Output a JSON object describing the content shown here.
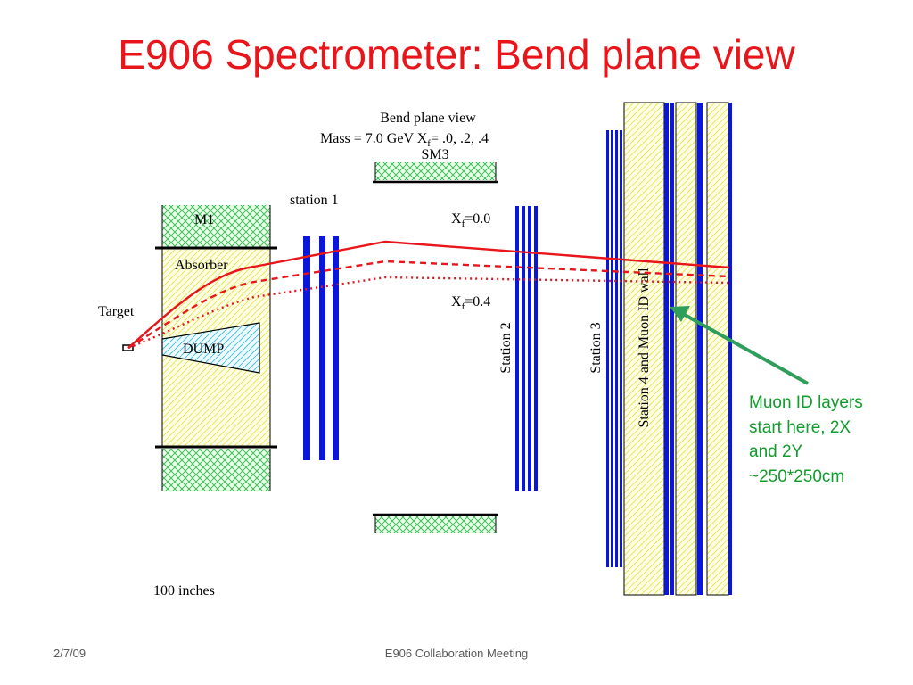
{
  "slide": {
    "title": "E906 Spectrometer:  Bend plane view",
    "footer_date": "2/7/09",
    "footer_center": "E906 Collaboration Meeting"
  },
  "diagram": {
    "header_line1": "Bend plane view",
    "header_line2_prefix": "Mass = 7.0 GeV  X",
    "header_line2_sub": "f",
    "header_line2_suffix": "= .0, .2, .4",
    "magnet_sm3": "SM3",
    "magnet_m1": "M1",
    "absorber": "Absorber",
    "target": "Target",
    "dump": "DUMP",
    "station1": "station 1",
    "station2": "Station 2",
    "station3": "Station 3",
    "station4": "Station 4 and Muon ID wall",
    "xf_high_prefix": "X",
    "xf_high_sub": "f",
    "xf_high_suffix": "=0.0",
    "xf_low_prefix": "X",
    "xf_low_sub": "f",
    "xf_low_suffix": "=0.4",
    "scale": "100 inches"
  },
  "annotation": {
    "line1": "Muon ID layers",
    "line2": "start here, 2X",
    "line3": "and 2Y",
    "line4": "~250*250cm"
  },
  "colors": {
    "title": "#e8161b",
    "tracks": "#e8161b",
    "detectors": "#0a16d9",
    "magnet_hatch": "#2db84a",
    "absorber_hatch": "#e6e64a",
    "dump_hatch": "#38c0d8",
    "arrow": "#2e9e5a",
    "annotation": "#119c2b"
  }
}
